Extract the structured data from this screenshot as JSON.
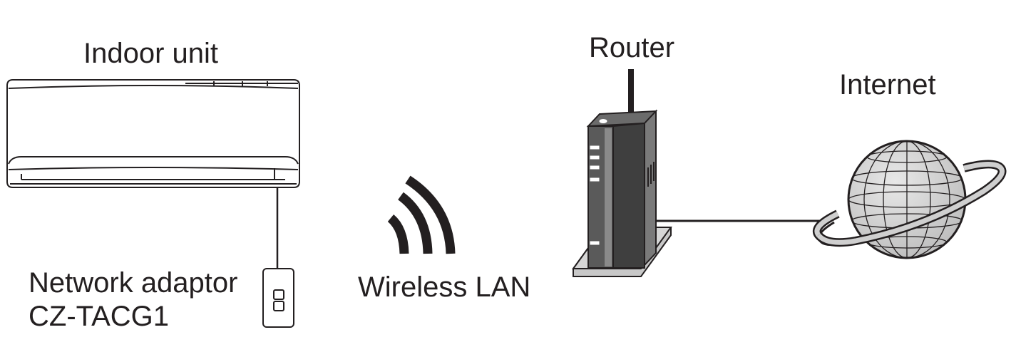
{
  "labels": {
    "indoor_unit": "Indoor unit",
    "router": "Router",
    "internet": "Internet",
    "wireless_lan": "Wireless LAN",
    "network_adaptor": "Network adaptor",
    "adaptor_model": "CZ-TACG1"
  },
  "colors": {
    "line": "#231f20",
    "globe_fill": "#d4d4d4",
    "router_dark": "#4a4a4a",
    "router_mid": "#7a7a7a",
    "router_light": "#c8c8c8",
    "background": "#ffffff"
  },
  "icons": [
    "indoor-unit-icon",
    "network-adaptor-icon",
    "wifi-signal-icon",
    "router-icon",
    "globe-icon"
  ]
}
